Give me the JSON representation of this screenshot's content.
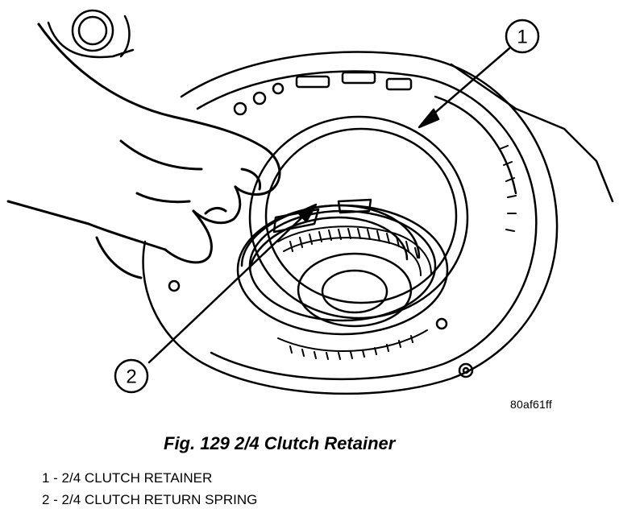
{
  "figure": {
    "code": "80af61ff",
    "caption": "Fig. 129 2/4 Clutch Retainer",
    "callouts": [
      {
        "number": "1"
      },
      {
        "number": "2"
      }
    ],
    "legend": [
      "1 - 2/4 CLUTCH RETAINER",
      "2 - 2/4 CLUTCH RETURN SPRING"
    ]
  },
  "colors": {
    "line": "#000000",
    "background": "#ffffff"
  }
}
